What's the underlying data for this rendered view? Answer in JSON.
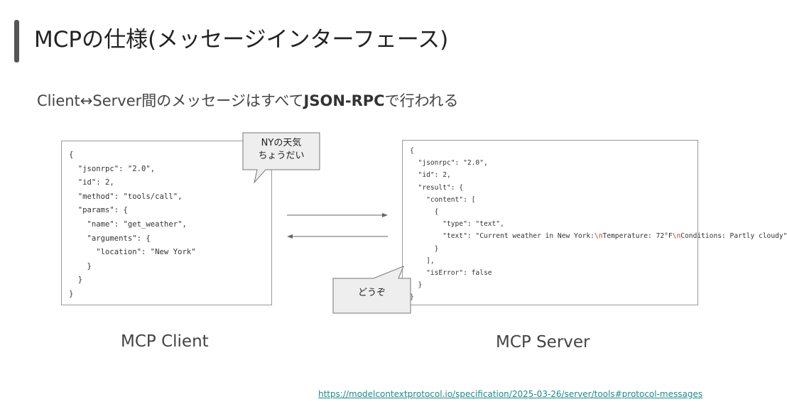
{
  "slide": {
    "title": "MCPの仕様(メッセージインターフェース)",
    "subtitle_prefix": "Client↔Server間のメッセージはすべて",
    "subtitle_emphasis": "JSON-RPC",
    "subtitle_suffix": "で行われる"
  },
  "client": {
    "caption": "MCP Client",
    "request_lines": [
      "{",
      "  \"jsonrpc\": \"2.0\",",
      "  \"id\": 2,",
      "  \"method\": \"tools/call\",",
      "  \"params\": {",
      "    \"name\": \"get_weather\",",
      "    \"arguments\": {",
      "      \"location\": \"New York\"",
      "    }",
      "  }",
      "}"
    ],
    "bubble_line1": "NYの天気",
    "bubble_line2": "ちょうだい"
  },
  "server": {
    "caption": "MCP Server",
    "response_lines": [
      "{",
      "  \"jsonrpc\": \"2.0\",",
      "  \"id\": 2,",
      "  \"result\": {",
      "    \"content\": [",
      "      {",
      "        \"type\": \"text\",",
      "        \"text\": \"Current weather in New York:\\nTemperature: 72°F\\nConditions: Partly cloudy\"",
      "      }",
      "    ],",
      "    \"isError\": false",
      "  }",
      "}"
    ],
    "bubble_text": "どうぞ"
  },
  "source_url": "https://modelcontextprotocol.io/specification/2025-03-26/server/tools#protocol-messages",
  "colors": {
    "link": "#1a8c8c",
    "accent_bar": "#555555",
    "bubble_fill": "#eeeeee"
  }
}
